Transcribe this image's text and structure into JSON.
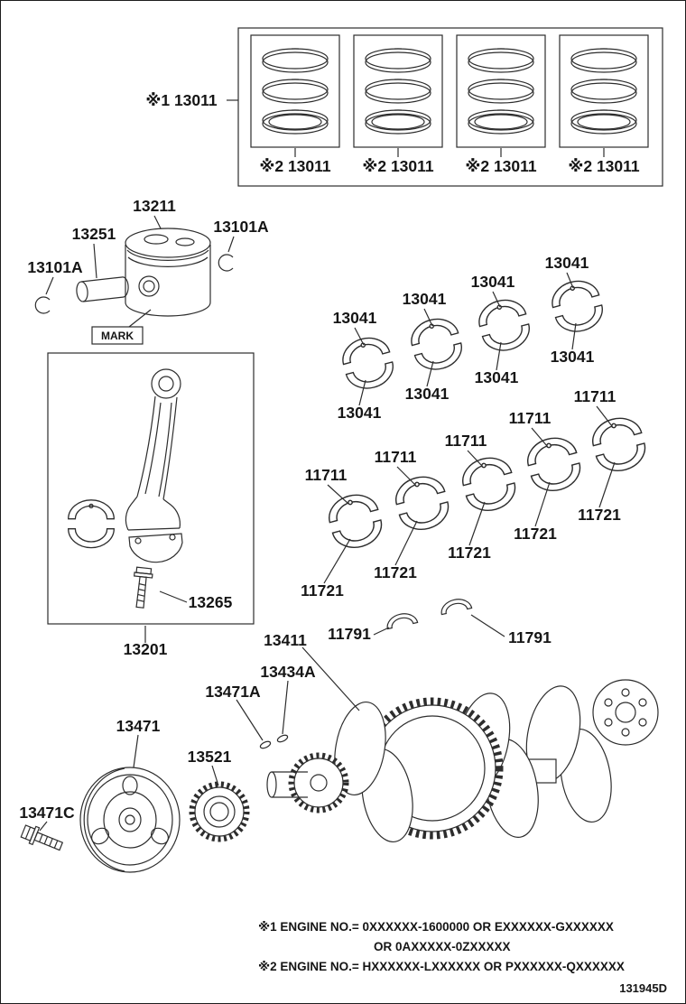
{
  "diagram": {
    "figure_code": "131945D"
  },
  "ring_box": {
    "main_label": "※1 13011",
    "sub_labels": [
      "※2 13011",
      "※2 13011",
      "※2 13011",
      "※2 13011"
    ]
  },
  "piston": {
    "piston_label": "13211",
    "pin_label": "13251",
    "snap_ring_left_label": "13101A",
    "snap_ring_right_label": "13101A",
    "mark_label": "MARK"
  },
  "connecting_rod": {
    "rod_label": "13201",
    "bolt_label": "13265"
  },
  "rod_bearings": {
    "upper_labels": [
      "13041",
      "13041",
      "13041",
      "13041"
    ],
    "lower_labels": [
      "13041",
      "13041",
      "13041",
      "13041"
    ]
  },
  "main_bearings": {
    "upper_labels": [
      "11711",
      "11711",
      "11711",
      "11711",
      "11711"
    ],
    "lower_labels": [
      "11721",
      "11721",
      "11721",
      "11721",
      "11721"
    ]
  },
  "thrust_washers": {
    "labels": [
      "11791",
      "11791"
    ]
  },
  "crankshaft": {
    "crankshaft_label": "13411",
    "key_label": "13434A",
    "key2_label": "13471A",
    "pulley_label": "13471",
    "timing_gear_label": "13521",
    "pulley_bolt_label": "13471C"
  },
  "footnotes": {
    "line1": "※1  ENGINE NO.= 0XXXXXX-1600000 OR EXXXXXX-GXXXXXX",
    "line2": "OR 0AXXXXX-0ZXXXXX",
    "line3": "※2  ENGINE NO.= HXXXXXX-LXXXXXX OR PXXXXXX-QXXXXXX"
  }
}
